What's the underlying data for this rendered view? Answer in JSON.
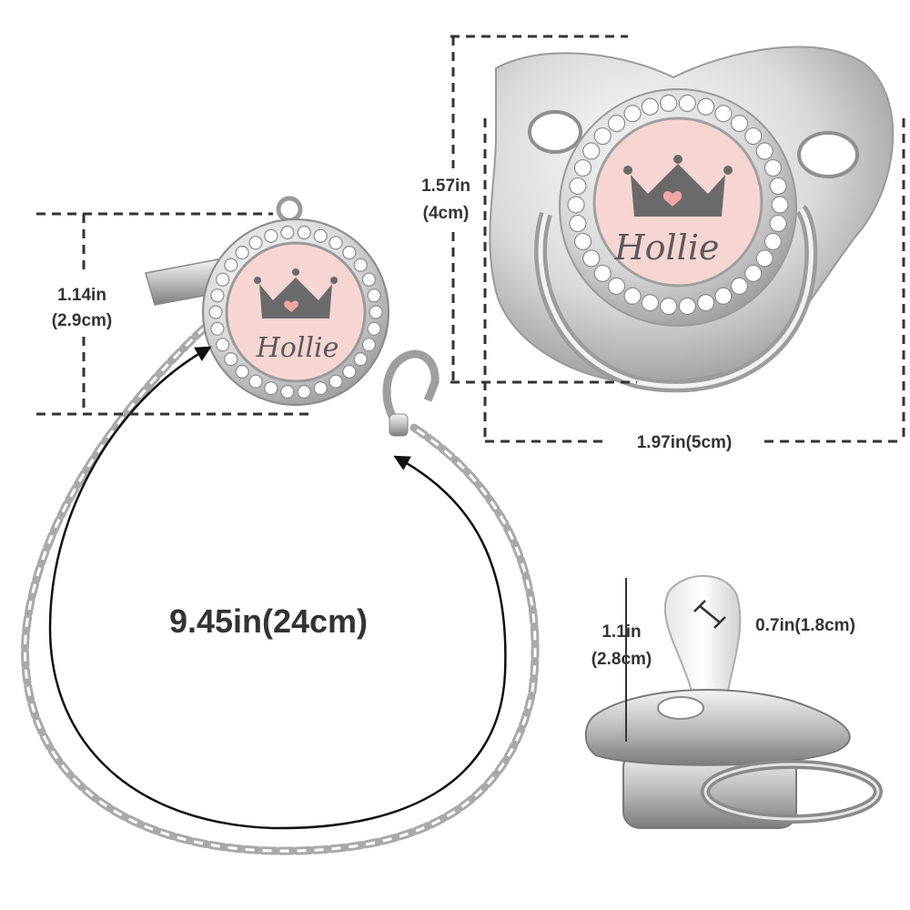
{
  "name_engraving": "Hollie",
  "dimensions": {
    "clip_height_in": "1.14in",
    "clip_height_cm": "(2.9cm)",
    "shield_height_in": "1.57in",
    "shield_height_cm": "(4cm)",
    "shield_width": "1.97in(5cm)",
    "chain_length": "9.45in(24cm)",
    "side_height_in": "1.1in",
    "side_height_cm": "(2.8cm)",
    "nipple_width": "0.7in(1.8cm)"
  },
  "colors": {
    "badge_pink": "#f5d6d3",
    "silver": "#c9c9c9",
    "dash": "#333333"
  }
}
